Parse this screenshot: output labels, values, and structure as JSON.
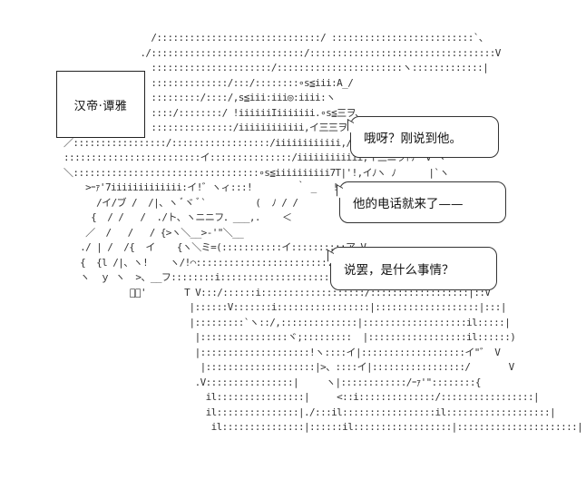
{
  "name_label": "汉帝·谭雅",
  "dialogue": [
    {
      "text": "哦呀？刚说到他。"
    },
    {
      "text": "他的电话就来了——"
    },
    {
      "text": "说罢，是什么事情？"
    }
  ]
}
